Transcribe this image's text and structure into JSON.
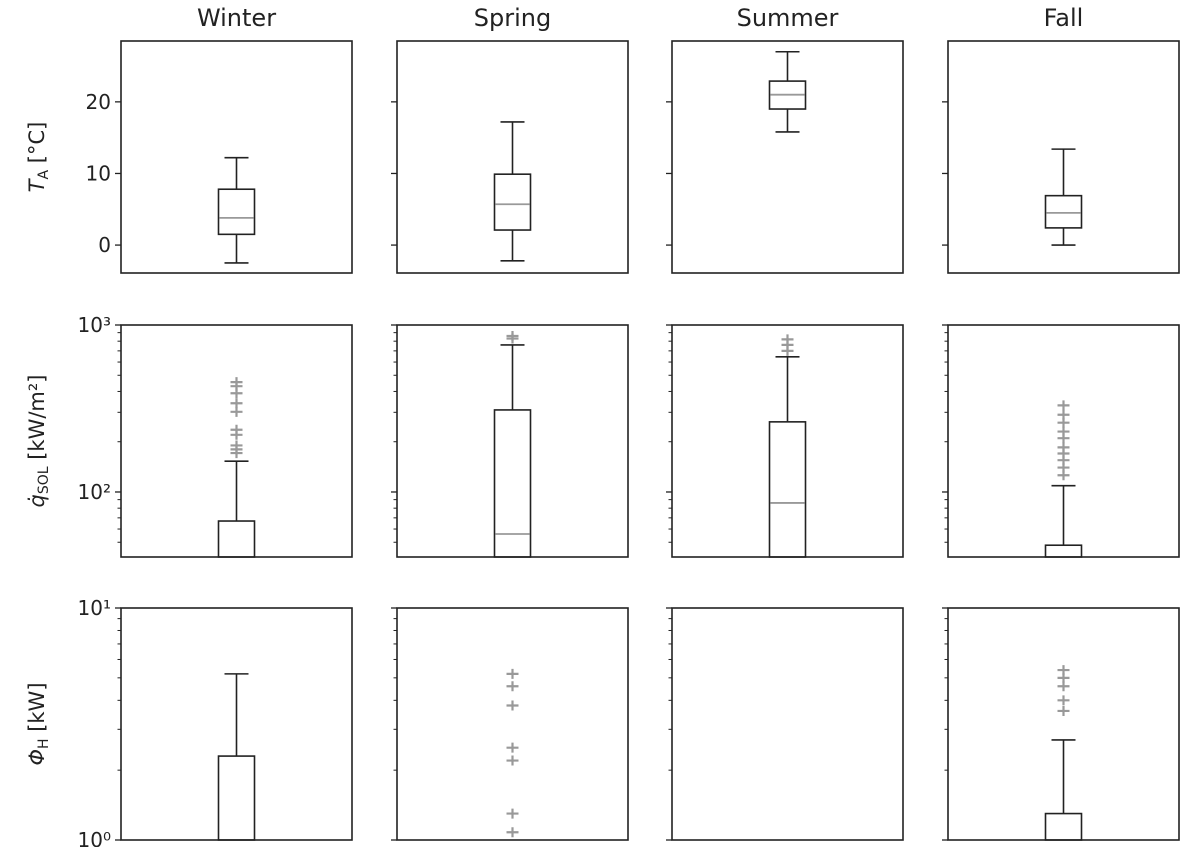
{
  "chart_data": {
    "type": "box",
    "columns": [
      "Winter",
      "Spring",
      "Summer",
      "Fall"
    ],
    "colors": {
      "axis": "#222222",
      "box": "#222222",
      "median": "#999999",
      "outlier": "#999999"
    },
    "rows": [
      {
        "name": "T_A",
        "ylabel": {
          "sym": "T",
          "sub": "A",
          "unit": " [°C]"
        },
        "scale": "linear",
        "ylim": [
          -3.9,
          28.5
        ],
        "ticks": [
          0,
          10,
          20
        ],
        "tick_labels": [
          "0",
          "10",
          "20"
        ],
        "boxes": [
          {
            "whislo": -2.5,
            "q1": 1.5,
            "med": 3.8,
            "q3": 7.8,
            "whishi": 12.2,
            "fliers": []
          },
          {
            "whislo": -2.2,
            "q1": 2.1,
            "med": 5.7,
            "q3": 9.9,
            "whishi": 17.2,
            "fliers": []
          },
          {
            "whislo": 15.8,
            "q1": 19.0,
            "med": 21.0,
            "q3": 22.9,
            "whishi": 27.0,
            "fliers": []
          },
          {
            "whislo": 0.0,
            "q1": 2.4,
            "med": 4.5,
            "q3": 6.9,
            "whishi": 13.4,
            "fliers": []
          }
        ]
      },
      {
        "name": "q_SOL",
        "ylabel": {
          "sym": "q̇",
          "sub": "SOL",
          "unit": " [kW/m²]"
        },
        "scale": "log",
        "ylim": [
          40.8,
          1000
        ],
        "ticks": [
          100,
          1000
        ],
        "tick_labels": [
          "10²",
          "10³"
        ],
        "boxes": [
          {
            "whislo": 0,
            "q1": 0,
            "med": 0,
            "q3": 67,
            "whishi": 153,
            "fliers": [
              171,
              180,
              190,
              220,
              236,
              302,
              340,
              390,
              430,
              455
            ]
          },
          {
            "whislo": 0,
            "q1": 0,
            "med": 56,
            "q3": 310,
            "whishi": 760,
            "fliers": [
              830,
              860
            ]
          },
          {
            "whislo": 0,
            "q1": 0,
            "med": 86,
            "q3": 263,
            "whishi": 645,
            "fliers": [
              700,
              760,
              820
            ]
          },
          {
            "whislo": 0,
            "q1": 0,
            "med": 0,
            "q3": 48,
            "whishi": 109,
            "fliers": [
              126,
              140,
              155,
              170,
              185,
              210,
              230,
              260,
              290,
              330
            ]
          }
        ]
      },
      {
        "name": "Phi_H",
        "ylabel": {
          "sym": "Φ",
          "sub": "H",
          "unit": " [kW]"
        },
        "scale": "log",
        "ylim": [
          1,
          10
        ],
        "ticks": [
          1,
          10
        ],
        "tick_labels": [
          "10⁰",
          "10¹"
        ],
        "boxes": [
          {
            "whislo": 0,
            "q1": 0,
            "med": 0,
            "q3": 2.3,
            "whishi": 5.2,
            "fliers": []
          },
          {
            "whislo": null,
            "q1": null,
            "med": null,
            "q3": null,
            "whishi": null,
            "fliers": [
              1.08,
              1.3,
              2.2,
              2.5,
              3.8,
              4.6,
              5.2
            ]
          },
          {
            "whislo": null,
            "q1": null,
            "med": null,
            "q3": null,
            "whishi": null,
            "fliers": []
          },
          {
            "whislo": 0,
            "q1": 0,
            "med": 0,
            "q3": 1.3,
            "whishi": 2.7,
            "fliers": [
              3.6,
              4.0,
              4.6,
              5.0,
              5.4
            ]
          }
        ]
      }
    ]
  }
}
